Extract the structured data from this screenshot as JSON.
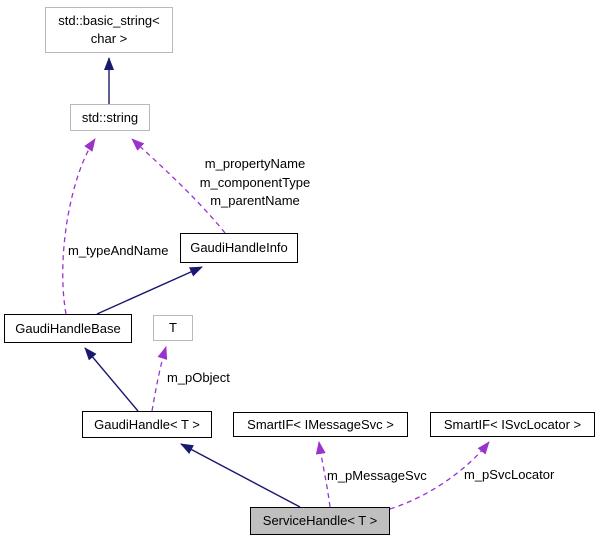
{
  "diagram": {
    "type": "collaboration-graph",
    "colors": {
      "background": "#ffffff",
      "inheritance_edge": "#191970",
      "usage_edge": "#9a32cd",
      "node_border": "#000000",
      "external_node_border": "#b9b9b9",
      "node_fill": "#ffffff",
      "current_node_fill": "#bfbfbf",
      "label_color": "#000000"
    },
    "nodes": {
      "basic_string": {
        "line1": "std::basic_string<",
        "line2": "char >"
      },
      "std_string": {
        "label": "std::string"
      },
      "gaudi_handle_info": {
        "label": "GaudiHandleInfo"
      },
      "gaudi_handle_base": {
        "label": "GaudiHandleBase"
      },
      "t_param": {
        "label": "T"
      },
      "gaudi_handle": {
        "label": "GaudiHandle< T >"
      },
      "smartif_imessagesvc": {
        "label": "SmartIF< IMessageSvc >"
      },
      "smartif_isvclocator": {
        "label": "SmartIF< ISvcLocator >"
      },
      "service_handle": {
        "label": "ServiceHandle< T >"
      }
    },
    "edge_labels": {
      "property_group": {
        "line1": "m_propertyName",
        "line2": "m_componentType",
        "line3": "m_parentName"
      },
      "type_and_name": "m_typeAndName",
      "p_object": "m_pObject",
      "p_message_svc": "m_pMessageSvc",
      "p_svc_locator": "m_pSvcLocator"
    }
  }
}
